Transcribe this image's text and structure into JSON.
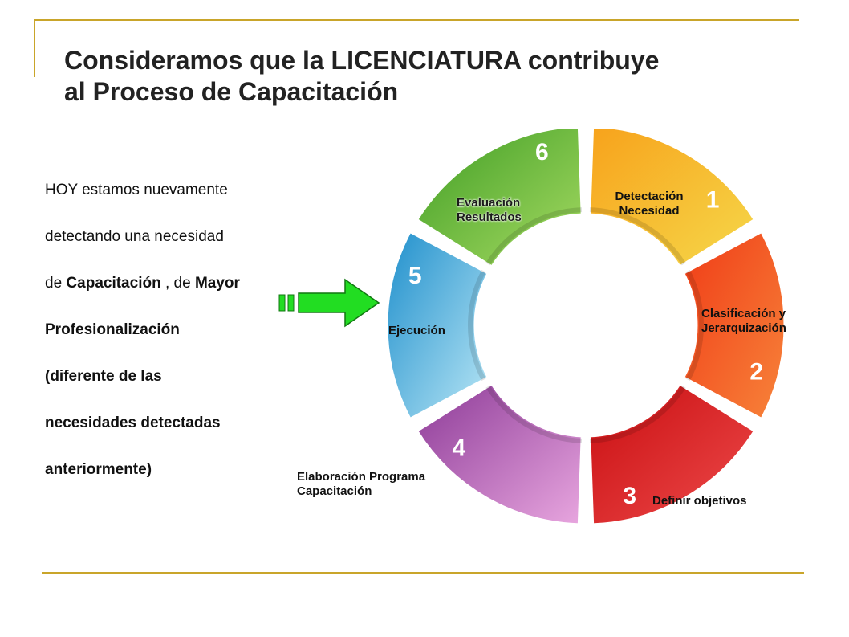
{
  "title": {
    "line1": "Consideramos que la LICENCIATURA contribuye",
    "line2": "al Proceso de Capacitación"
  },
  "body": {
    "line1": "HOY estamos nuevamente",
    "line2": "detectando una necesidad",
    "line3_prefix": "de ",
    "line3_bold1": "Capacitación",
    "line3_mid": " , de ",
    "line3_bold2": "Mayor",
    "line4": "Profesionalización",
    "line5": "(diferente de las",
    "line6": "necesidades detectadas",
    "line7": "anteriormente)"
  },
  "cycle": {
    "steps": [
      {
        "number": "1",
        "label_lines": [
          "Detectación",
          "Necesidad"
        ],
        "color": "#f2b51c"
      },
      {
        "number": "2",
        "label_lines": [
          "Clasificación y",
          "Jerarquización"
        ],
        "color": "#f2561d"
      },
      {
        "number": "3",
        "label_lines": [
          "Definir objetivos"
        ],
        "color": "#d9151b"
      },
      {
        "number": "4",
        "label_lines": [
          "Elaboración Programa",
          "Capacitación"
        ],
        "color": "#a64ea8"
      },
      {
        "number": "5",
        "label_lines": [
          "Ejecución"
        ],
        "color": "#3fa9d9"
      },
      {
        "number": "6",
        "label_lines": [
          "Evaluación",
          "Resultados"
        ],
        "color": "#5cb531"
      }
    ]
  },
  "arrow_color": "#22dd22",
  "accent_rule_color": "#c9a52a"
}
